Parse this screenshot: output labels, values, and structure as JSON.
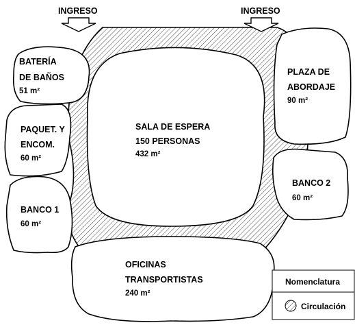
{
  "entries": [
    {
      "label": "INGRESO"
    },
    {
      "label": "INGRESO"
    }
  ],
  "zones": {
    "banos": {
      "lines": [
        "BATERÍA",
        "DE BAÑOS"
      ],
      "area": "51 m²"
    },
    "paquet": {
      "lines": [
        "PAQUET. Y",
        "ENCOM."
      ],
      "area": "60 m²"
    },
    "banco1": {
      "lines": [
        "BANCO 1"
      ],
      "area": "60 m²"
    },
    "sala": {
      "lines": [
        "SALA DE ESPERA",
        "150 PERSONAS"
      ],
      "area": "432 m²"
    },
    "plaza": {
      "lines": [
        "PLAZA DE",
        "ABORDAJE"
      ],
      "area": "90 m²"
    },
    "banco2": {
      "lines": [
        "BANCO 2"
      ],
      "area": "60 m²"
    },
    "oficinas": {
      "lines": [
        "OFICINAS",
        "TRANSPORTISTAS"
      ],
      "area": "240 m²"
    }
  },
  "legend": {
    "title": "Nomenclatura",
    "item": "Circulación"
  }
}
